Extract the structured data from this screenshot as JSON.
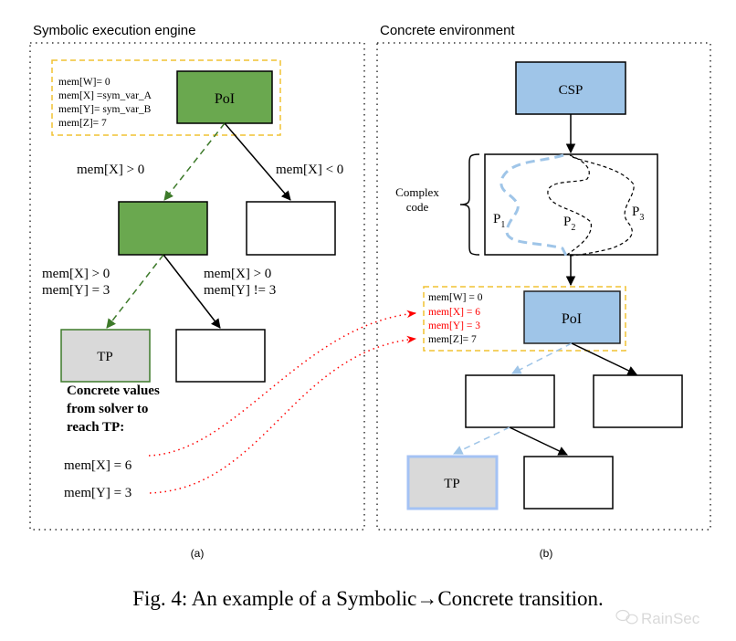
{
  "panel_a": {
    "title": "Symbolic execution engine",
    "label": "(a)",
    "memory": [
      {
        "text": "mem[W]= 0",
        "highlight": false
      },
      {
        "text": "mem[X] =sym_var_A",
        "highlight": false
      },
      {
        "text": "mem[Y]= sym_var_B",
        "highlight": false
      },
      {
        "text": "mem[Z]= 7",
        "highlight": false
      }
    ],
    "poi_label": "PoI",
    "cond_left_1": "mem[X] > 0",
    "cond_right_1": "mem[X] < 0",
    "cond_left_2": [
      "mem[X] > 0",
      "mem[Y] = 3"
    ],
    "cond_right_2": [
      "mem[X] > 0",
      "mem[Y] != 3"
    ],
    "tp_label": "TP",
    "solver_note": [
      "Concrete values",
      "from solver to",
      "reach TP:"
    ],
    "solver_values": [
      "mem[X] = 6",
      "mem[Y] = 3"
    ]
  },
  "panel_b": {
    "title": "Concrete environment",
    "label": "(b)",
    "csp_label": "CSP",
    "complex_code_label": [
      "Complex",
      "code"
    ],
    "paths": [
      {
        "name": "P",
        "sub": "1"
      },
      {
        "name": "P",
        "sub": "2"
      },
      {
        "name": "P",
        "sub": "3"
      }
    ],
    "memory": [
      {
        "text": "mem[W] = 0",
        "highlight": false
      },
      {
        "text": "mem[X] = 6",
        "highlight": true
      },
      {
        "text": "mem[Y] = 3",
        "highlight": true
      },
      {
        "text": "mem[Z]= 7",
        "highlight": false
      }
    ],
    "poi_label": "PoI",
    "tp_label": "TP"
  },
  "caption": "Fig. 4: An example of a Symbolic→Concrete transition.",
  "watermark": "RainSec",
  "colors": {
    "green": "#6aa84f",
    "green_dark": "#3d7a2a",
    "blue": "#9fc5e8",
    "blue_border": "#a4c2f4",
    "gray": "#d9d9d9",
    "yellow": "#f1c232",
    "red": "#ff0000",
    "black": "#000000"
  }
}
